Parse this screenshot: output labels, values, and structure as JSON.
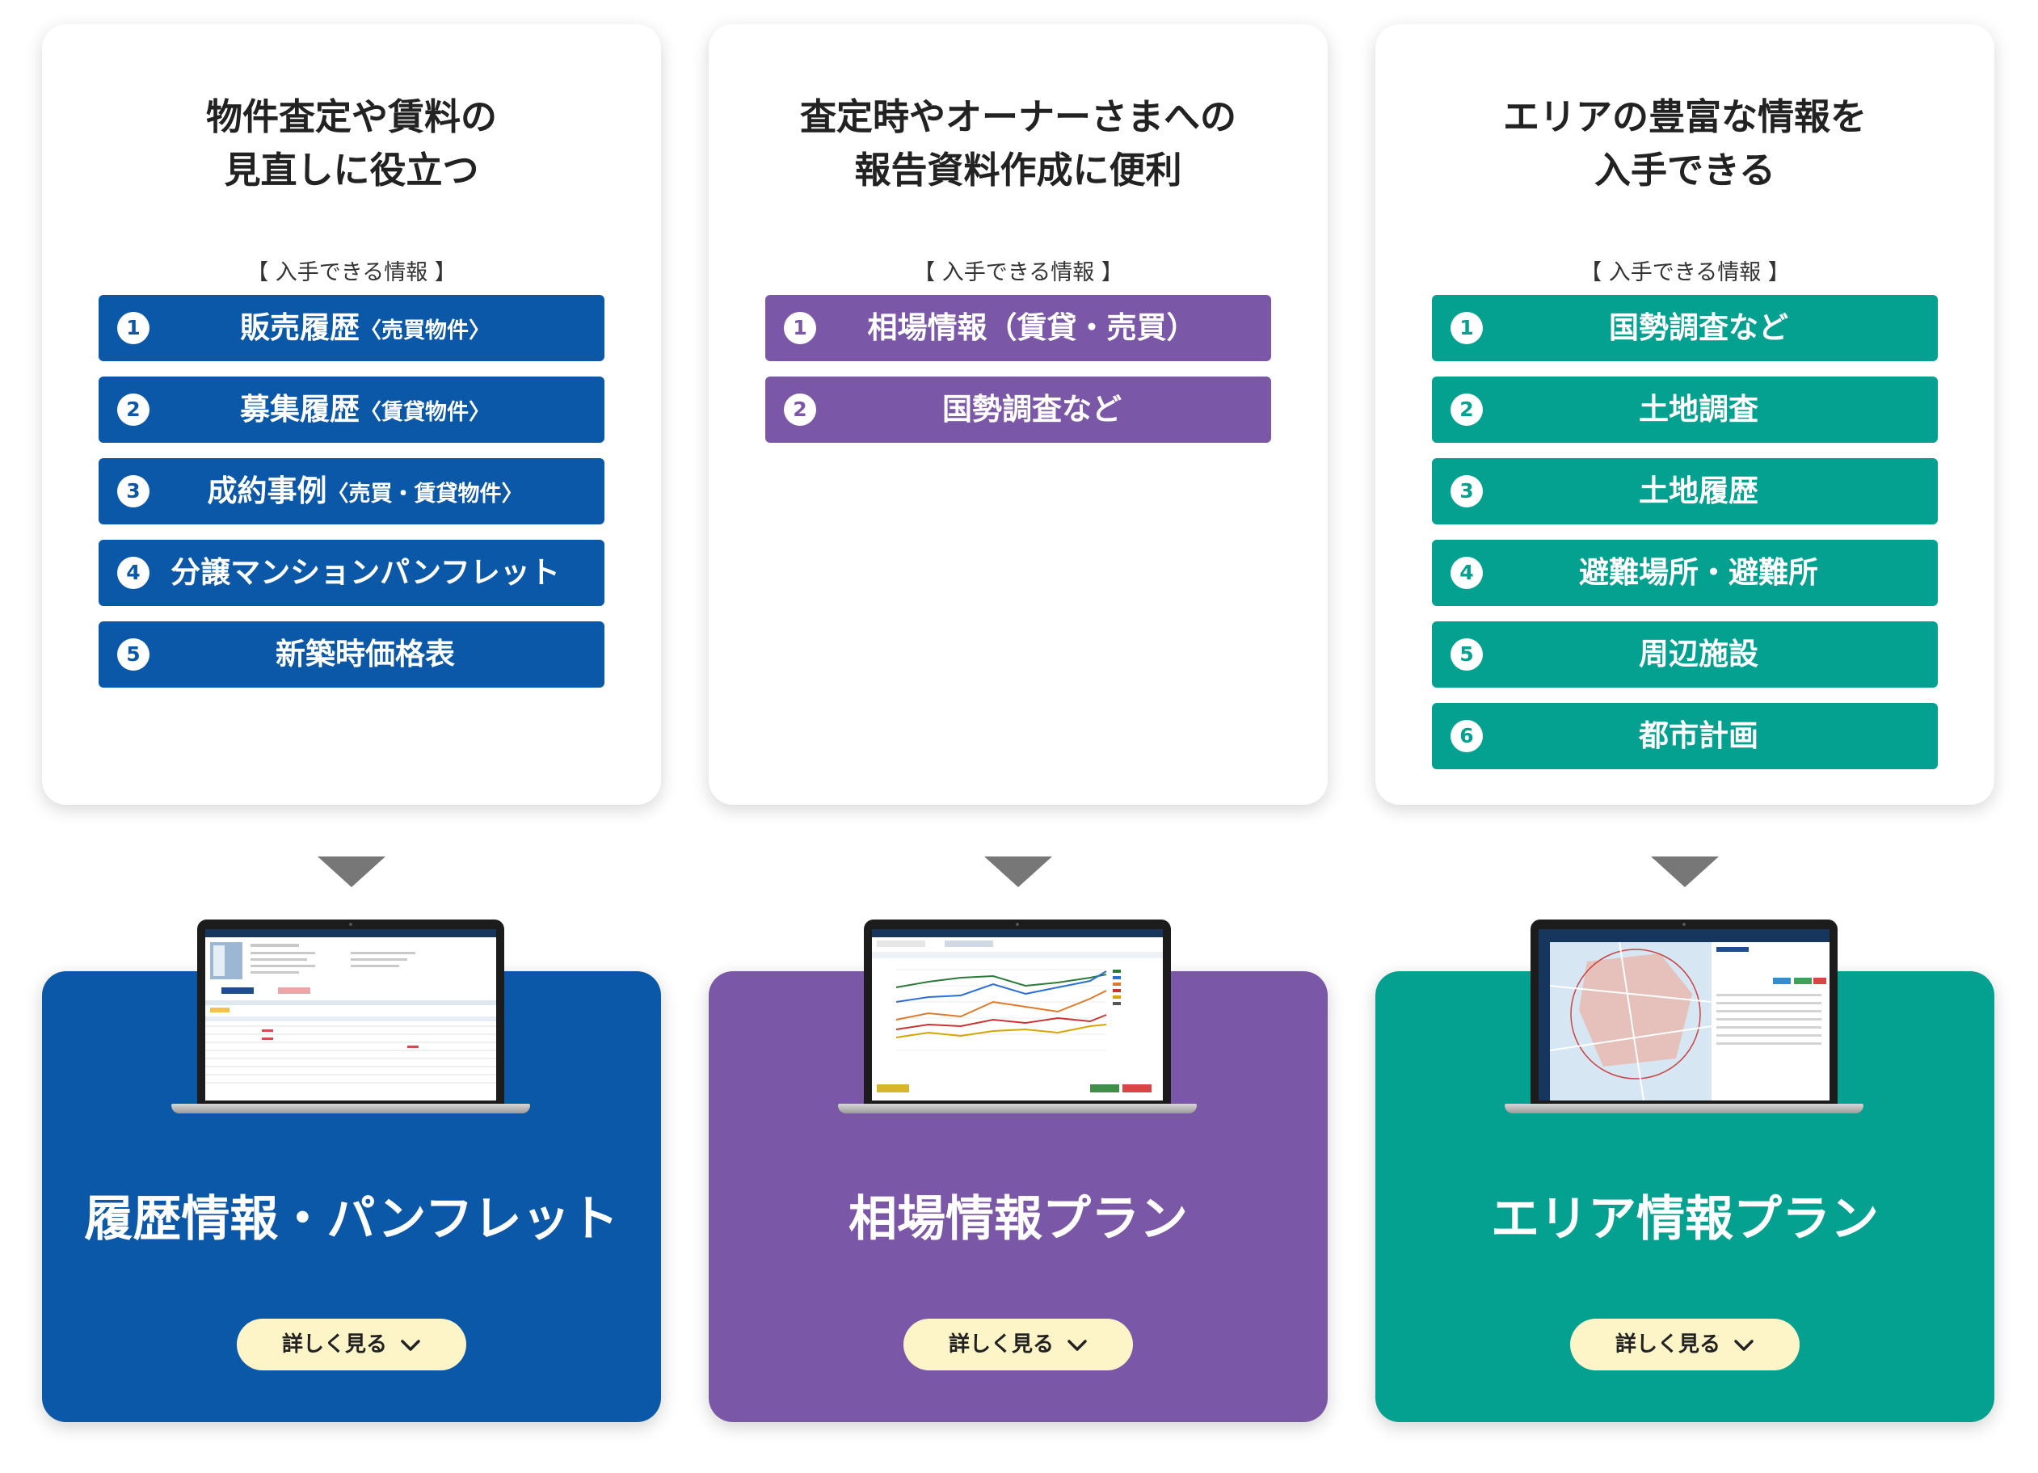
{
  "colors": {
    "blue": "#0b57a8",
    "purple": "#7b58a7",
    "teal": "#04a090"
  },
  "subhead": "【 入手できる情報 】",
  "cards": [
    {
      "heading": "物件査定や賃料の\n見直しに役立つ",
      "items": [
        {
          "num": "1",
          "label": "販売履歴",
          "sub": "〈売買物件〉"
        },
        {
          "num": "2",
          "label": "募集履歴",
          "sub": "〈賃貸物件〉"
        },
        {
          "num": "3",
          "label": "成約事例",
          "sub": "〈売買・賃貸物件〉"
        },
        {
          "num": "4",
          "label": "分譲マンションパンフレット",
          "sub": ""
        },
        {
          "num": "5",
          "label": "新築時価格表",
          "sub": ""
        }
      ]
    },
    {
      "heading": "査定時やオーナーさまへの\n報告資料作成に便利",
      "items": [
        {
          "num": "1",
          "label": "相場情報（賃貸・売買）",
          "sub": ""
        },
        {
          "num": "2",
          "label": "国勢調査など",
          "sub": ""
        }
      ]
    },
    {
      "heading": "エリアの豊富な情報を\n入手できる",
      "items": [
        {
          "num": "1",
          "label": "国勢調査など",
          "sub": ""
        },
        {
          "num": "2",
          "label": "土地調査",
          "sub": ""
        },
        {
          "num": "3",
          "label": "土地履歴",
          "sub": ""
        },
        {
          "num": "4",
          "label": "避難場所・避難所",
          "sub": ""
        },
        {
          "num": "5",
          "label": "周辺施設",
          "sub": ""
        },
        {
          "num": "6",
          "label": "都市計画",
          "sub": ""
        }
      ]
    }
  ],
  "plans": [
    {
      "title": "履歴情報・パンフレット",
      "more": "詳しく見る",
      "icon": "laptop-history-screenshot"
    },
    {
      "title": "相場情報プラン",
      "more": "詳しく見る",
      "icon": "laptop-chart-screenshot"
    },
    {
      "title": "エリア情報プラン",
      "more": "詳しく見る",
      "icon": "laptop-map-screenshot"
    }
  ]
}
